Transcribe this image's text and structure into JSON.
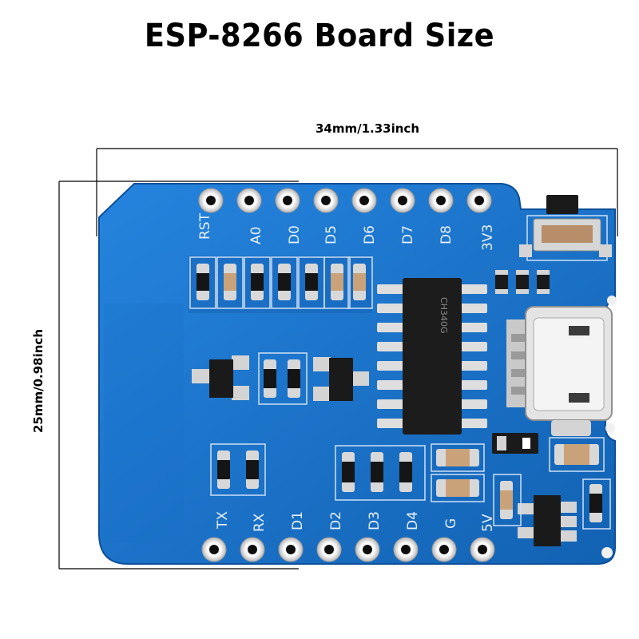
{
  "title": "ESP-8266 Board Size",
  "width_label": "34mm/1.33inch",
  "height_label": "25mm/0.98inch",
  "pins_top": [
    "RST",
    "A0",
    "D0",
    "D5",
    "D6",
    "D7",
    "D8",
    "3V3"
  ],
  "pins_bottom": [
    "TX",
    "RX",
    "D1",
    "D2",
    "D3",
    "D4",
    "G",
    "5V"
  ],
  "chip_marking": "CH340G",
  "colors": {
    "pcb": "#1a6fc4",
    "pcb_dark": "#0d4f99",
    "pad": "#e6e6e6",
    "chip": "#1c1c1c",
    "silk": "#e8f0fa"
  }
}
